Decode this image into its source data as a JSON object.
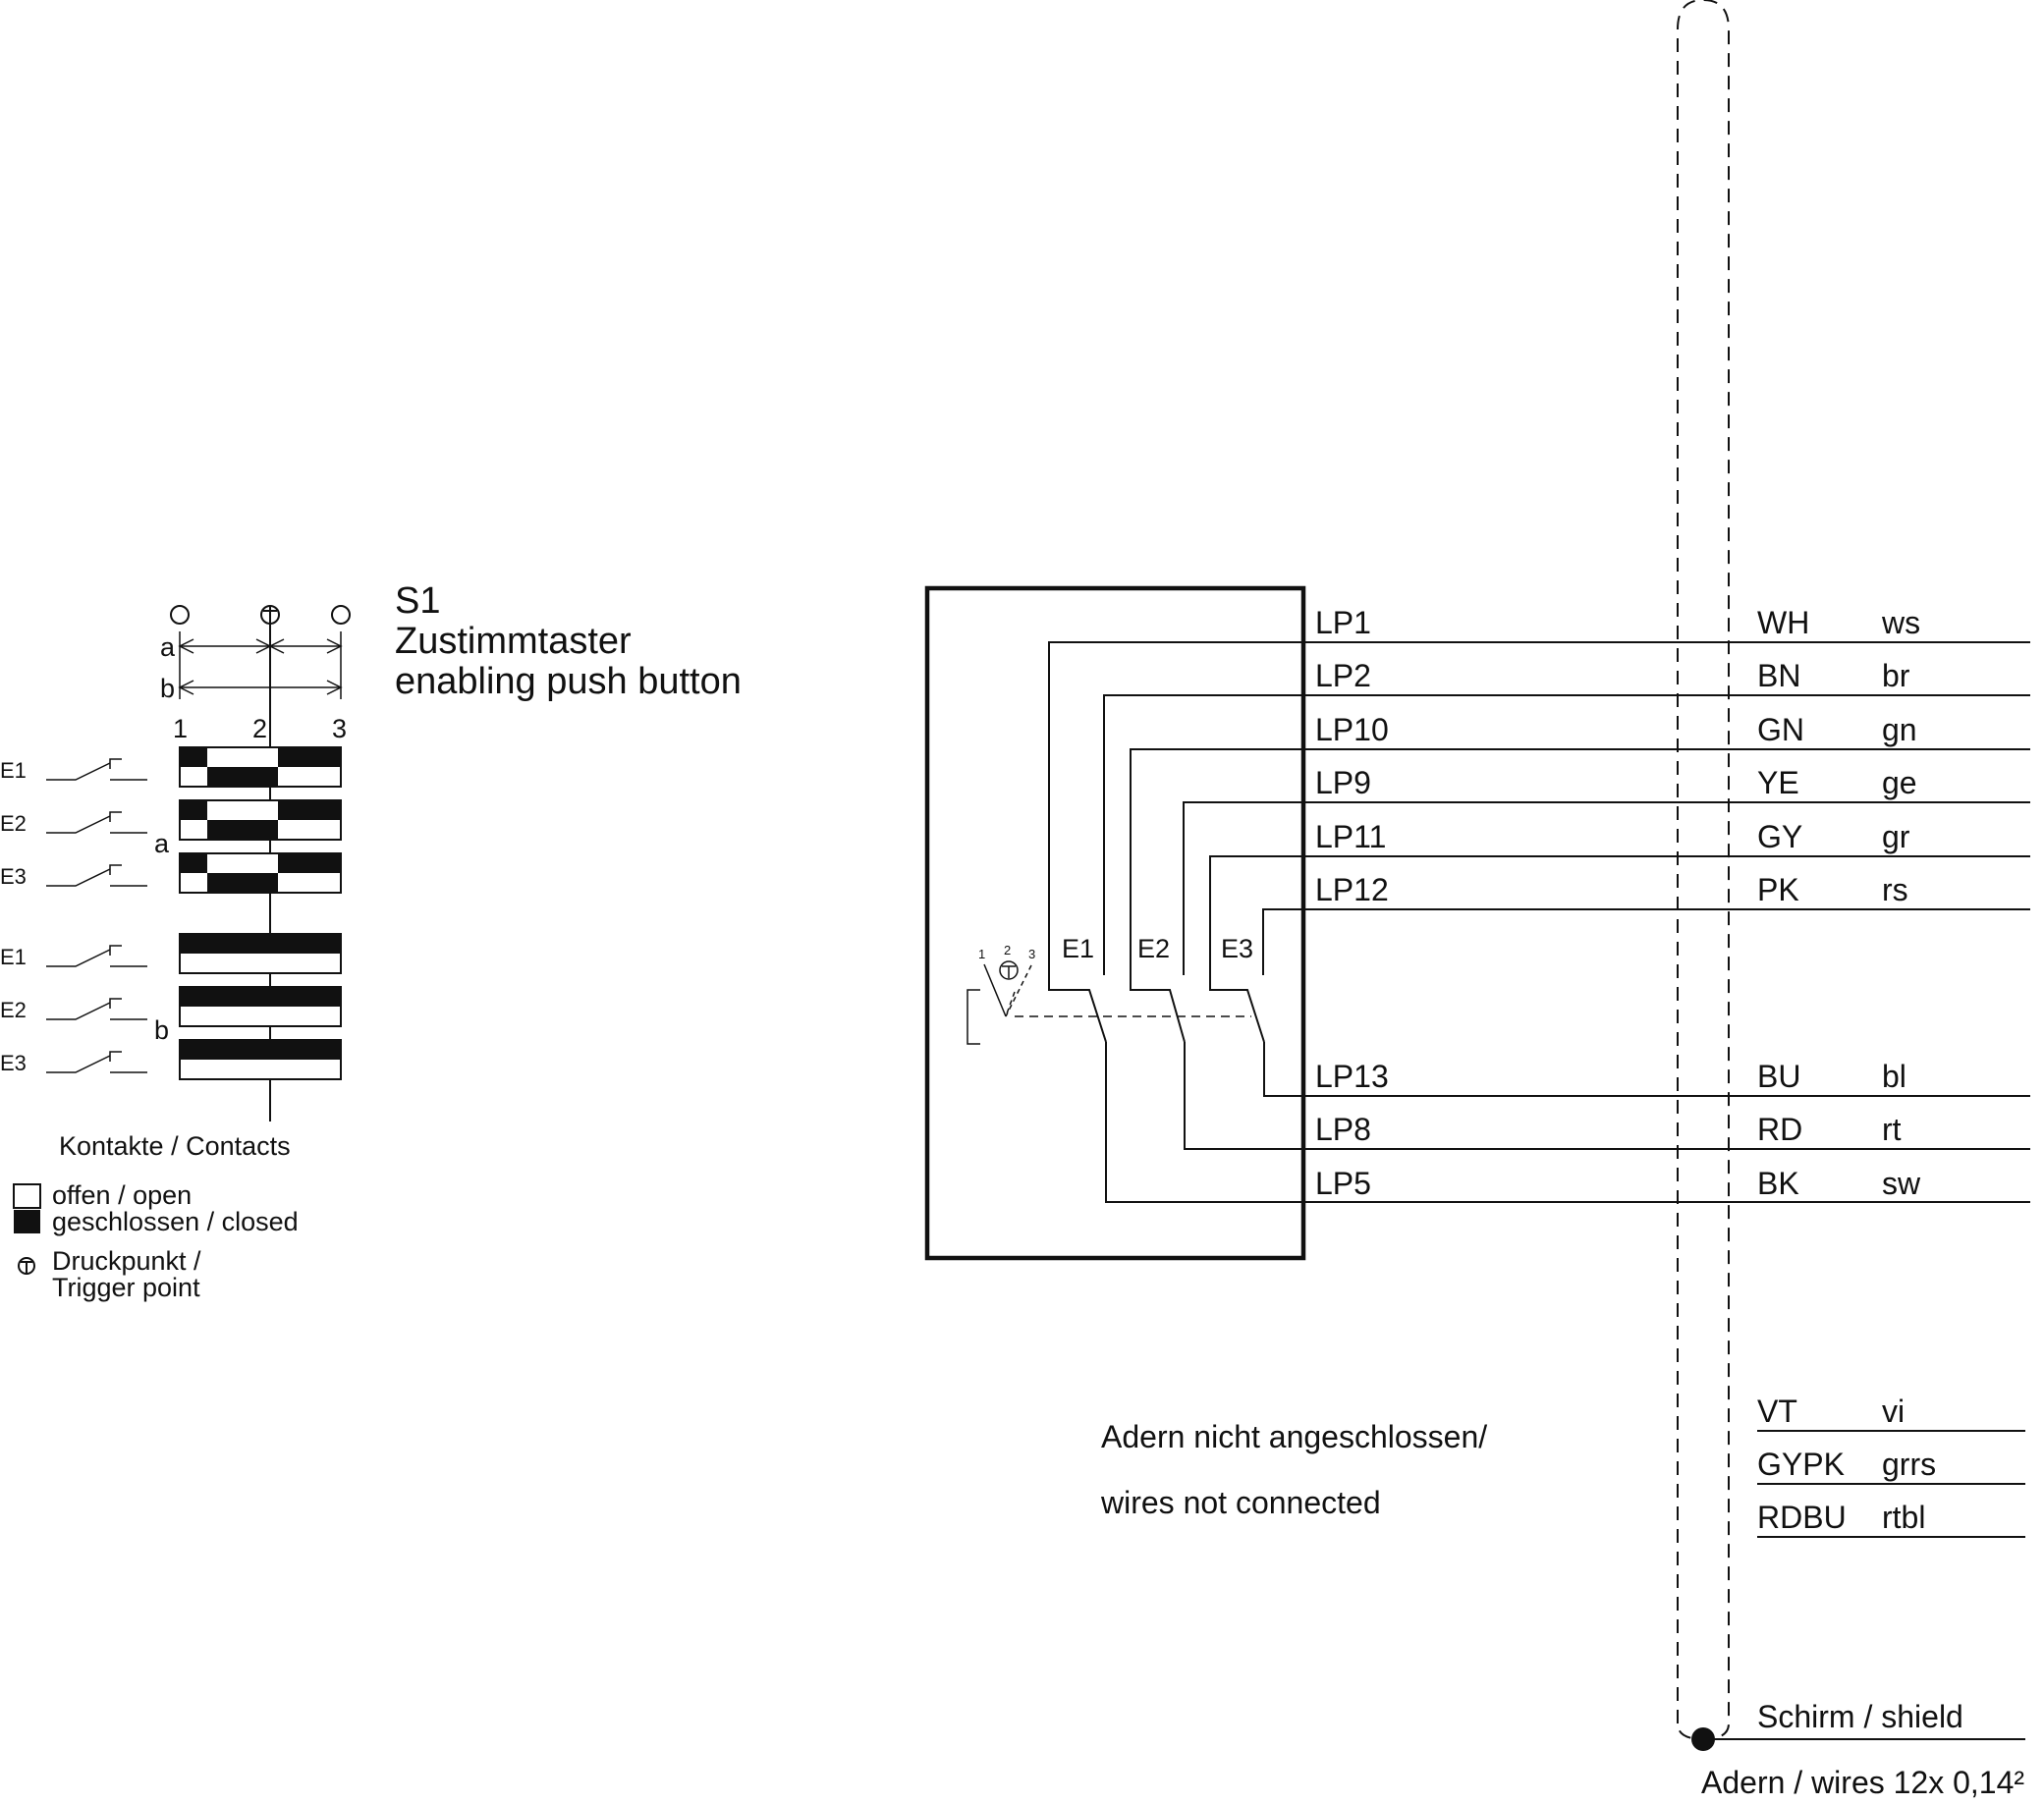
{
  "colors": {
    "line": "#111111",
    "background": "#ffffff"
  },
  "switch": {
    "id": "S1",
    "title_de": "Zustimmtaster",
    "title_en": "enabling push button"
  },
  "diagram": {
    "position_numbers": [
      "1",
      "2",
      "3"
    ],
    "bracket_labels": {
      "a": "a",
      "b": "b"
    },
    "contacts_a": [
      "E1",
      "E2",
      "E3"
    ],
    "contacts_b": [
      "E1",
      "E2",
      "E3"
    ],
    "group_label_a": "a",
    "group_label_b": "b",
    "contacts_caption": "Kontakte / Contacts",
    "legend": {
      "open": "offen / open",
      "closed": "geschlossen / closed",
      "trigger_line1": "Druckpunkt /",
      "trigger_line2": "Trigger point"
    }
  },
  "box_contacts": [
    "E1",
    "E2",
    "E3"
  ],
  "mini_positions": [
    "1",
    "2",
    "3"
  ],
  "wires": [
    {
      "lp": "LP1",
      "code": "WH",
      "color": "ws"
    },
    {
      "lp": "LP2",
      "code": "BN",
      "color": "br"
    },
    {
      "lp": "LP10",
      "code": "GN",
      "color": "gn"
    },
    {
      "lp": "LP9",
      "code": "YE",
      "color": "ge"
    },
    {
      "lp": "LP11",
      "code": "GY",
      "color": "gr"
    },
    {
      "lp": "LP12",
      "code": "PK",
      "color": "rs"
    },
    {
      "lp": "LP13",
      "code": "BU",
      "color": "bl"
    },
    {
      "lp": "LP8",
      "code": "RD",
      "color": "rt"
    },
    {
      "lp": "LP5",
      "code": "BK",
      "color": "sw"
    }
  ],
  "unconnected_note": {
    "line1": "Adern nicht angeschlossen/",
    "line2": "wires not connected"
  },
  "unconnected_wires": [
    {
      "code": "VT",
      "color": "vi"
    },
    {
      "code": "GYPK",
      "color": "grrs"
    },
    {
      "code": "RDBU",
      "color": "rtbl"
    }
  ],
  "shield_label": "Schirm / shield",
  "cable_label": "Adern / wires 12x 0,14²"
}
